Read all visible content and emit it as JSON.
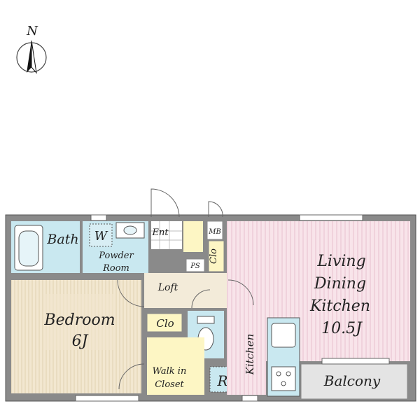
{
  "compass": {
    "label": "N",
    "icon": "north-arrow-icon"
  },
  "rooms": {
    "bath": "Bath",
    "washer": "W",
    "powder_line1": "Powder",
    "powder_line2": "Room",
    "entrance": "Ent",
    "meter_box": "MB",
    "pipe_space": "PS",
    "closet_small": "Clo",
    "loft": "Loft",
    "closet_lower": "Clo",
    "bedroom_line1": "Bedroom",
    "bedroom_line2": "6J",
    "walkin_line1": "Walk in",
    "walkin_line2": "Closet",
    "refrigerator": "R",
    "kitchen": "Kitchen",
    "ldk_line1": "Living",
    "ldk_line2": "Dining",
    "ldk_line3": "Kitchen",
    "ldk_line4": "10.5J",
    "balcony": "Balcony"
  },
  "colors": {
    "bath": "#c9e8f0",
    "powder": "#c9e8f0",
    "bedroom": "#f1e6cf",
    "loft": "#f3ebd9",
    "ldk": "#f7dfe6",
    "closet": "#fdf6c4",
    "balcony": "#e4e4e4",
    "wall": "#8a8a8a"
  }
}
